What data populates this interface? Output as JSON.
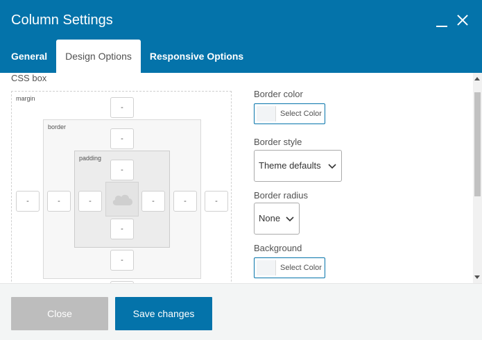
{
  "window": {
    "title": "Column Settings"
  },
  "tabs": [
    {
      "label": "General"
    },
    {
      "label": "Design Options"
    },
    {
      "label": "Responsive Options"
    }
  ],
  "css_box": {
    "title": "CSS box",
    "margin_label": "margin",
    "border_label": "border",
    "padding_label": "padding",
    "margin": {
      "top": "-",
      "right": "-",
      "bottom": "-",
      "left": "-"
    },
    "border": {
      "top": "-",
      "right": "-",
      "bottom": "-",
      "left": "-"
    },
    "padding": {
      "top": "-",
      "right": "-",
      "bottom": "-",
      "left": "-"
    }
  },
  "options": {
    "border_color_label": "Border color",
    "border_color_button": "Select Color",
    "border_style_label": "Border style",
    "border_style_value": "Theme defaults",
    "border_radius_label": "Border radius",
    "border_radius_value": "None",
    "background_label": "Background",
    "background_button": "Select Color"
  },
  "footer": {
    "close_label": "Close",
    "save_label": "Save changes"
  },
  "colors": {
    "accent": "#0473aa",
    "close_button": "#bdbdbd",
    "footer_bg": "#f3f5f5"
  },
  "icons": {
    "minimize": "minimize-icon",
    "close": "close-icon",
    "content_placeholder": "cloud-icon",
    "dropdown": "chevron-down-icon"
  }
}
